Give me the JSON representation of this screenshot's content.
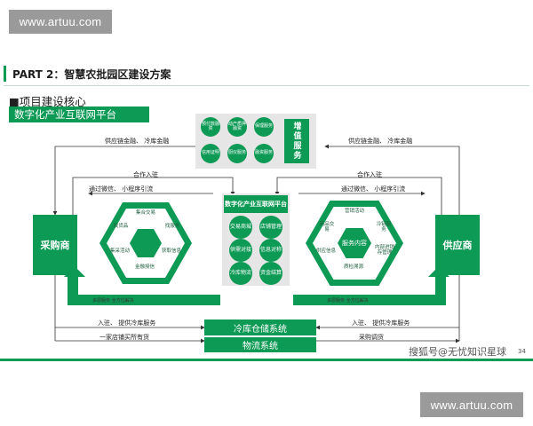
{
  "watermark": {
    "top": "www.artuu.com",
    "bottom": "www.artuu.com"
  },
  "header": {
    "title": "PART 2：智慧农批园区建设方案"
  },
  "section_title": "■项目建设核心",
  "platform_label": "数字化产业互联网平台",
  "top_cluster": {
    "circles": [
      "预付款融资",
      "动产质押融资",
      "保理服务",
      "信用证明",
      "厨仪服务",
      "融资服务"
    ],
    "value_added": "增值服务"
  },
  "purchaser": "采购商",
  "supplier": "供应商",
  "center": {
    "title": "数字化产业互联网平台",
    "circles": [
      "交易商城",
      "店铺管理",
      "供需对接",
      "信息对称",
      "冷库物流",
      "资金结算"
    ]
  },
  "left_hex": {
    "items": [
      "集合交易",
      "找货品",
      "找服务",
      "集采活动",
      "获取信息",
      "金融授信"
    ]
  },
  "right_hex": {
    "center": "服务内容",
    "items": [
      "营销活动",
      "商品交易",
      "冷链服务",
      "供应信息",
      "内部进销存管理",
      "质检溯源"
    ]
  },
  "bottom_boxes": {
    "cold_storage": "冷库仓储系统",
    "logistics": "物流系统"
  },
  "flows": {
    "supply_chain_finance_left": "供应链金融、 冷库金融",
    "supply_chain_finance_right": "供应链金融、 冷库金融",
    "settle_left": "合作入驻",
    "settle_right": "合作入驻",
    "wechat_left": "通过微信、 小程序引流",
    "wechat_right": "通过微信、 小程序引流",
    "multi_service_left": "多层服务  全方位解决",
    "multi_service_right": "多层服务  全方位解决",
    "settle_cold_left": "入驻、 提供冷库服务",
    "settle_cold_right": "入驻、 提供冷库服务",
    "one_store": "一家店铺买所有货",
    "procure": "采购调货"
  },
  "footer": {
    "source": "搜狐号@无忧知识星球",
    "page": "34"
  },
  "colors": {
    "green": "#0d9a55",
    "watermark_gray": "#9a9a9a"
  }
}
